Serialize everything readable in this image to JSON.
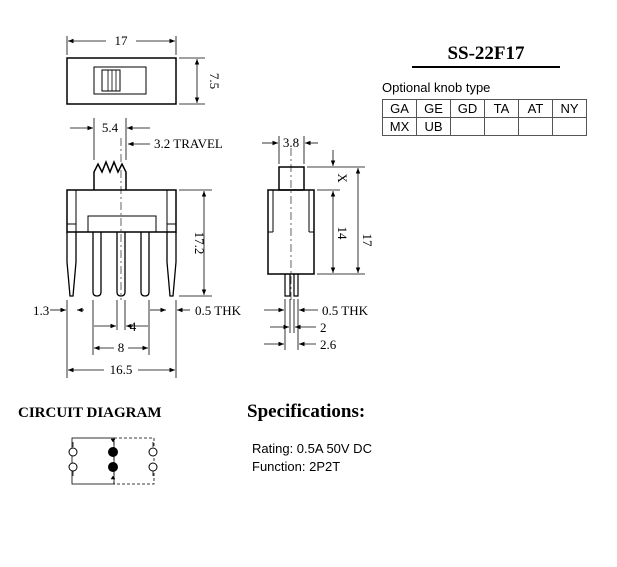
{
  "part_number": "SS-22F17",
  "knob_table": {
    "caption": "Optional knob type",
    "rows": [
      [
        "GA",
        "GE",
        "GD",
        "TA",
        "AT",
        "NY"
      ],
      [
        "MX",
        "UB",
        "",
        "",
        "",
        ""
      ]
    ]
  },
  "top_view": {
    "width_dim": "17",
    "height_dim": "7.5"
  },
  "front_view": {
    "knob_dim": "5.4",
    "travel_dim": "3.2 TRAVEL",
    "height_dim": "17.2",
    "edge_dim": "1.3",
    "thk_dim": "0.5 THK",
    "pitch_dim": "4",
    "outer_pin_dim": "8",
    "width_dim": "16.5"
  },
  "side_view": {
    "knob_dim": "3.8",
    "x_dim": "X",
    "body_dim": "14",
    "total_dim": "17",
    "thk_dim": "0.5 THK",
    "pin_dim": "2",
    "width_dim": "2.6"
  },
  "circuit": {
    "title": "CIRCUIT DIAGRAM"
  },
  "specifications": {
    "title": "Specifications:",
    "rating": "Rating: 0.5A 50V DC",
    "function": "Function: 2P2T"
  }
}
